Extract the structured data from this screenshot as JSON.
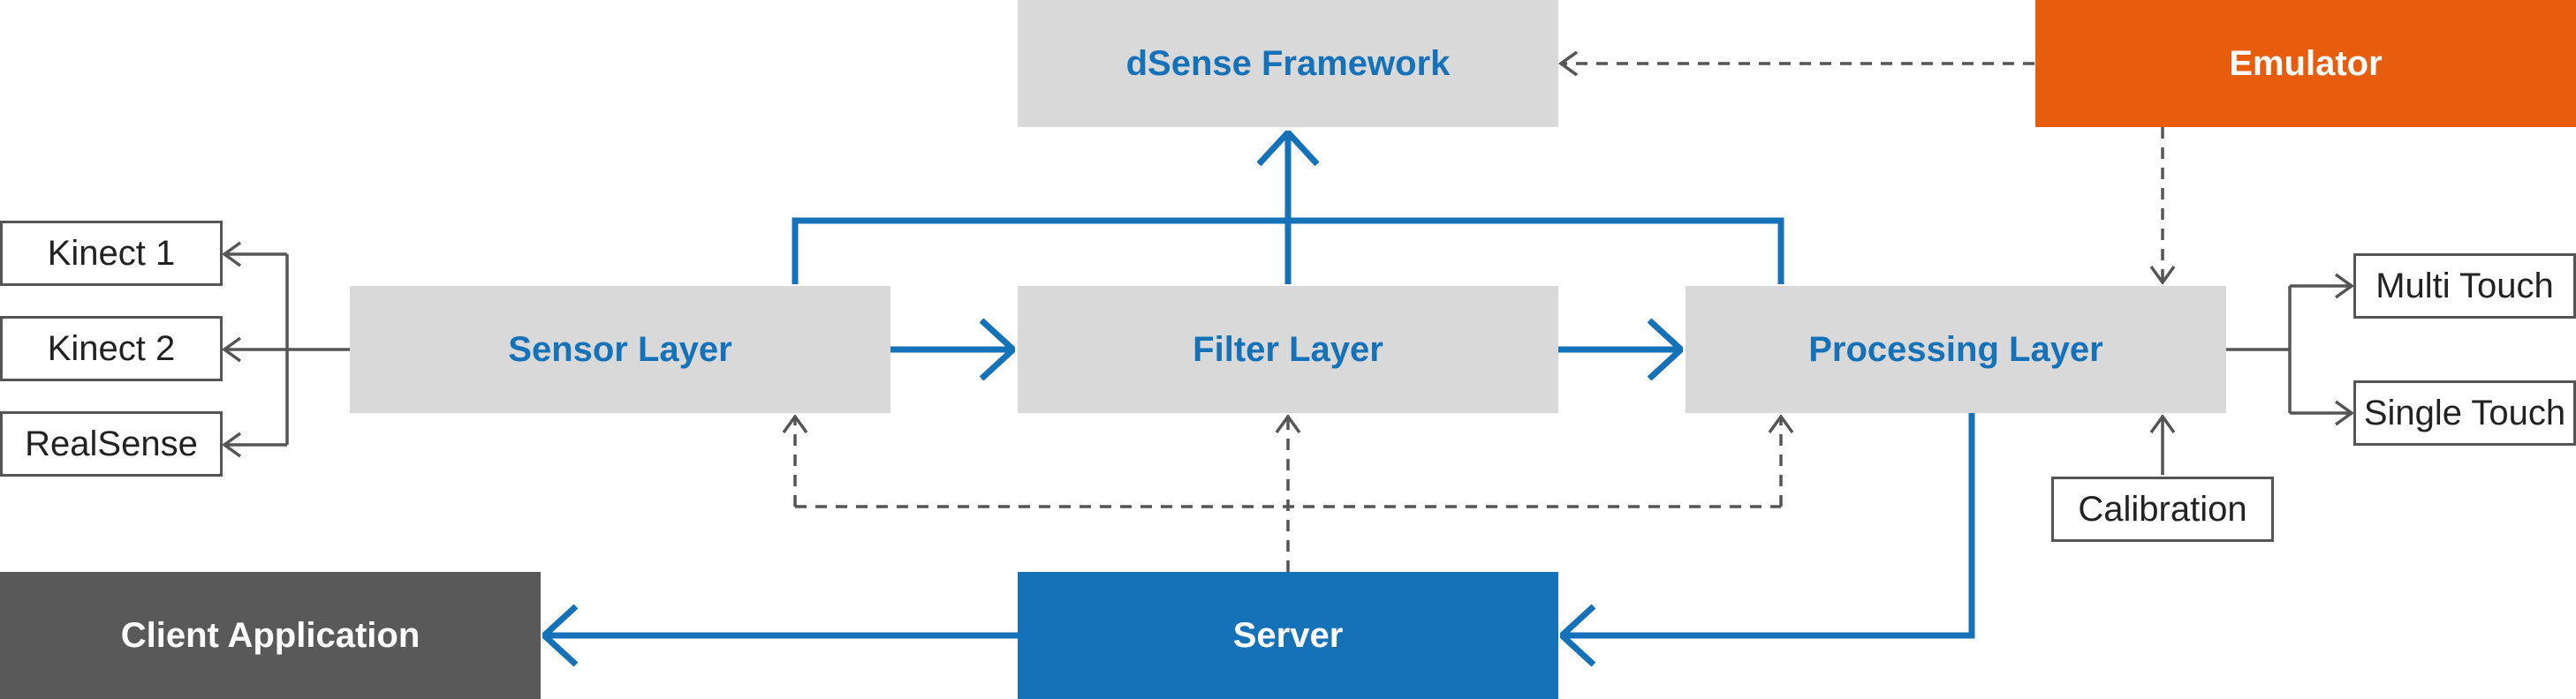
{
  "colors": {
    "accent_blue": "#1571b8",
    "emulator_orange": "#e85c0d",
    "client_gray": "#595959",
    "layer_gray": "#d9d9d9",
    "line_gray": "#555555"
  },
  "nodes": {
    "framework": "dSense Framework",
    "emulator": "Emulator",
    "sensor_layer": "Sensor Layer",
    "filter_layer": "Filter Layer",
    "processing_layer": "Processing Layer",
    "server": "Server",
    "client_application": "Client Application",
    "kinect1": "Kinect 1",
    "kinect2": "Kinect 2",
    "realsense": "RealSense",
    "multi_touch": "Multi Touch",
    "single_touch": "Single Touch",
    "calibration": "Calibration"
  },
  "edges": [
    {
      "from": "sensor_layer",
      "to": "filter_layer",
      "style": "solid-blue"
    },
    {
      "from": "filter_layer",
      "to": "processing_layer",
      "style": "solid-blue"
    },
    {
      "from": "sensor_layer",
      "to": "framework",
      "style": "solid-blue"
    },
    {
      "from": "filter_layer",
      "to": "framework",
      "style": "solid-blue"
    },
    {
      "from": "processing_layer",
      "to": "framework",
      "style": "solid-blue"
    },
    {
      "from": "processing_layer",
      "to": "server",
      "style": "solid-blue"
    },
    {
      "from": "server",
      "to": "client_application",
      "style": "solid-blue"
    },
    {
      "from": "emulator",
      "to": "framework",
      "style": "dashed-gray"
    },
    {
      "from": "emulator",
      "to": "processing_layer",
      "style": "dashed-gray"
    },
    {
      "from": "server",
      "to": "sensor_layer",
      "style": "dashed-gray"
    },
    {
      "from": "server",
      "to": "filter_layer",
      "style": "dashed-gray"
    },
    {
      "from": "server",
      "to": "processing_layer",
      "style": "dashed-gray"
    },
    {
      "from": "sensor_layer",
      "to": "kinect1",
      "style": "solid-gray"
    },
    {
      "from": "sensor_layer",
      "to": "kinect2",
      "style": "solid-gray"
    },
    {
      "from": "sensor_layer",
      "to": "realsense",
      "style": "solid-gray"
    },
    {
      "from": "processing_layer",
      "to": "multi_touch",
      "style": "solid-gray"
    },
    {
      "from": "processing_layer",
      "to": "single_touch",
      "style": "solid-gray"
    },
    {
      "from": "calibration",
      "to": "processing_layer",
      "style": "solid-gray"
    }
  ]
}
